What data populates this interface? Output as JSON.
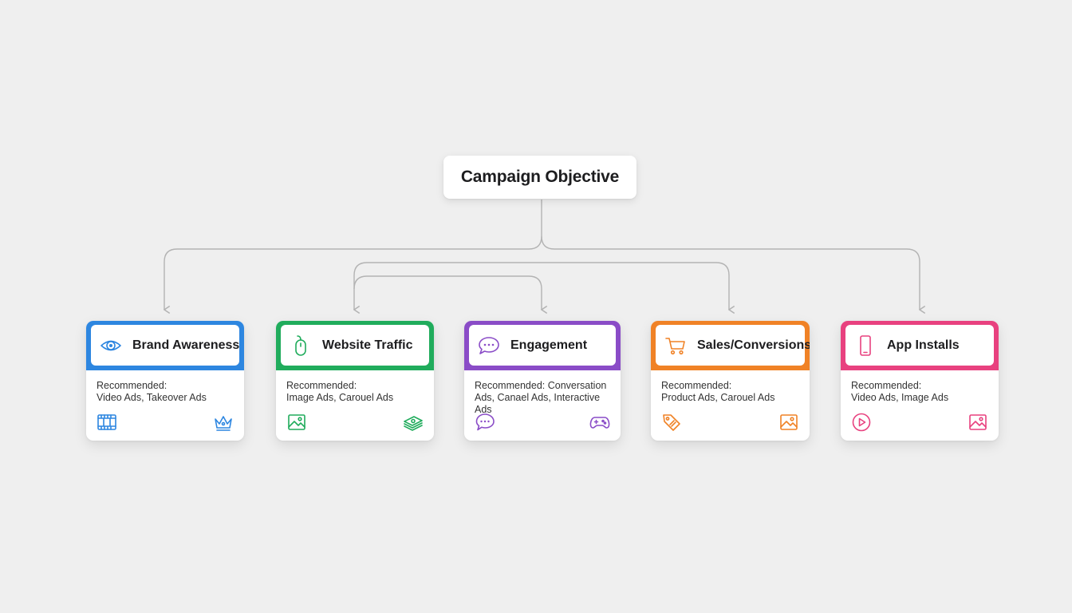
{
  "root": {
    "title": "Campaign Objective"
  },
  "colors": {
    "connector": "#b3b3b3",
    "background": "#efefef"
  },
  "objectives": [
    {
      "title": "Brand Awareness",
      "accent": "#2d86e0",
      "icon": "eye-icon",
      "recommended_label": "Recommended:",
      "recommended": "Video Ads, Takeover Ads",
      "footer_icons": [
        "film-icon",
        "crown-icon"
      ]
    },
    {
      "title": "Website Traffic",
      "accent": "#20ac5c",
      "icon": "mouse-icon",
      "recommended_label": "Recommended:",
      "recommended": "Image Ads, Carouel Ads",
      "footer_icons": [
        "image-icon",
        "money-stack-icon"
      ]
    },
    {
      "title": "Engagement",
      "accent": "#8a4cc7",
      "icon": "chat-bubble-icon",
      "recommended_label": "Recommended: Conversation",
      "recommended": "Ads, Canael Ads, Interactive Ads",
      "footer_icons": [
        "chat-bubble-icon",
        "gamepad-icon"
      ]
    },
    {
      "title": "Sales/Conversions",
      "accent": "#f08226",
      "icon": "cart-icon",
      "recommended_label": "Recommended:",
      "recommended": "Product Ads, Carouel Ads",
      "footer_icons": [
        "price-tag-icon",
        "image-icon"
      ]
    },
    {
      "title": "App Installs",
      "accent": "#e8417f",
      "icon": "smartphone-icon",
      "recommended_label": "Recommended:",
      "recommended": "Video Ads, Image Ads",
      "footer_icons": [
        "play-icon",
        "image-icon"
      ]
    }
  ]
}
